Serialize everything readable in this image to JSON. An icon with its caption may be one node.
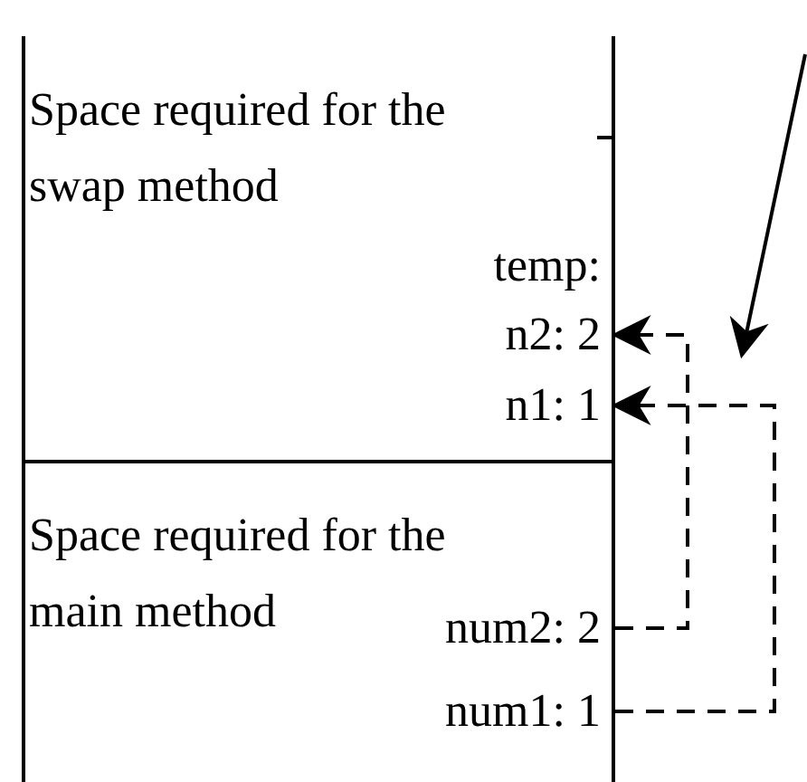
{
  "diagram": {
    "nodes": [
      {
        "text": [
          "Space required for the swap method"
        ]
      },
      {
        "text": [
          "temp:"
        ],
        "in": 0
      },
      {
        "text": [
          "n2: 2"
        ],
        "in": 0
      },
      {
        "text": [
          "n1: 1"
        ],
        "in": 0
      },
      {
        "text": [
          "Space required for the main method"
        ]
      },
      {
        "text": [
          "num2: 2"
        ],
        "in": 4
      },
      {
        "text": [
          "num1: 1"
        ],
        "in": 4
      }
    ],
    "edges": [
      {
        "from": 5,
        "to": 2,
        "arrow": "to",
        "style": "dashed"
      },
      {
        "from": 6,
        "to": 3,
        "arrow": "to",
        "style": "dashed"
      }
    ]
  }
}
